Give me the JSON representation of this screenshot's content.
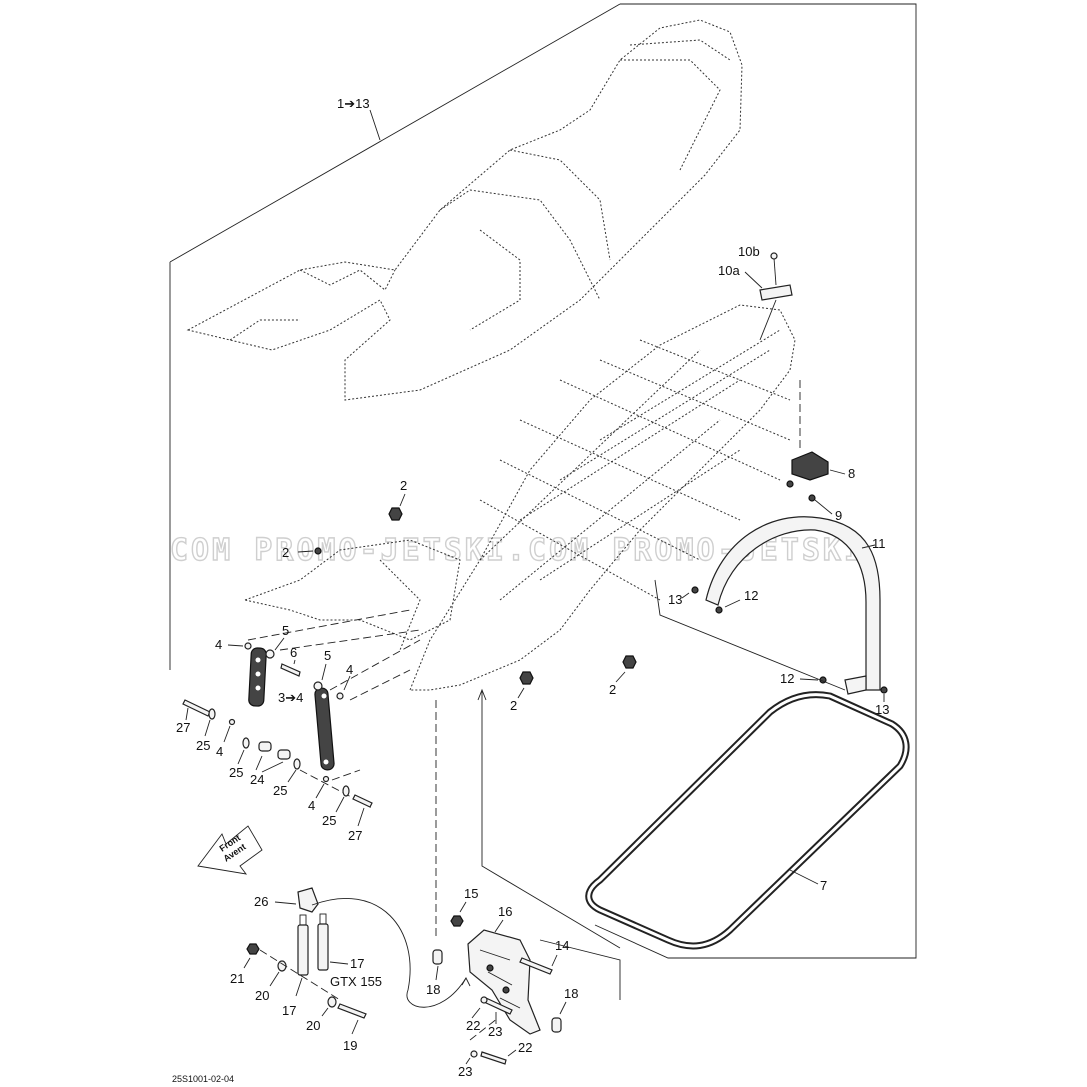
{
  "watermark": "COM PROMO-JETSKI.COM PROMO-JETSKI",
  "reference_code": "25S1001-02-04",
  "front_arrow": {
    "line1": "Front",
    "line2": "Avent"
  },
  "callouts": {
    "c1_13": "1➔13",
    "c10b": "10b",
    "c10a": "10a",
    "c8": "8",
    "c9": "9",
    "c11": "11",
    "c12a": "12",
    "c12b": "12",
    "c13a": "13",
    "c13b": "13",
    "c2a": "2",
    "c2b": "2",
    "c2c": "2",
    "c2d": "2",
    "c4a": "4",
    "c4b": "4",
    "c4c": "4",
    "c4d": "4",
    "c5a": "5",
    "c5b": "5",
    "c6": "6",
    "c3_4": "3➔4",
    "c27a": "27",
    "c27b": "27",
    "c25a": "25",
    "c25b": "25",
    "c25c": "25",
    "c25d": "25",
    "c24": "24",
    "c7": "7",
    "c15": "15",
    "c16": "16",
    "c14": "14",
    "c18a": "18",
    "c18b": "18",
    "c26": "26",
    "c17a": "17",
    "c17b": "17",
    "c_gtx": "GTX 155",
    "c21": "21",
    "c20a": "20",
    "c20b": "20",
    "c19": "19",
    "c22a": "22",
    "c22b": "22",
    "c23a": "23",
    "c23b": "23"
  }
}
